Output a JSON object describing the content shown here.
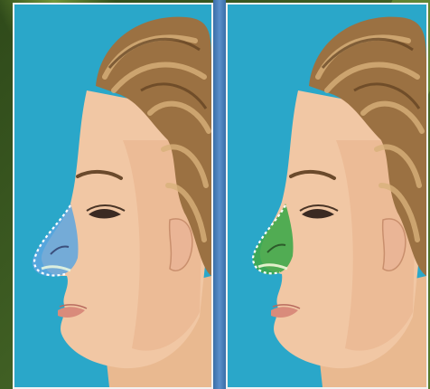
{
  "scene": {
    "panels": [
      {
        "id": "before",
        "nose_overlay": "blue-shaded-with-white-dotted-outline"
      },
      {
        "id": "after",
        "nose_overlay": "green-shaded-with-white-dotted-outline"
      }
    ],
    "colors": {
      "background_green": "#4c6a2a",
      "panel_sky": "#2aa7c9",
      "divider_blue": "#4a82bf",
      "skin": "#f0c8a8",
      "hair": "#a07848",
      "overlay_blue": "#5ea6e0",
      "overlay_green": "#3fa84a"
    }
  }
}
